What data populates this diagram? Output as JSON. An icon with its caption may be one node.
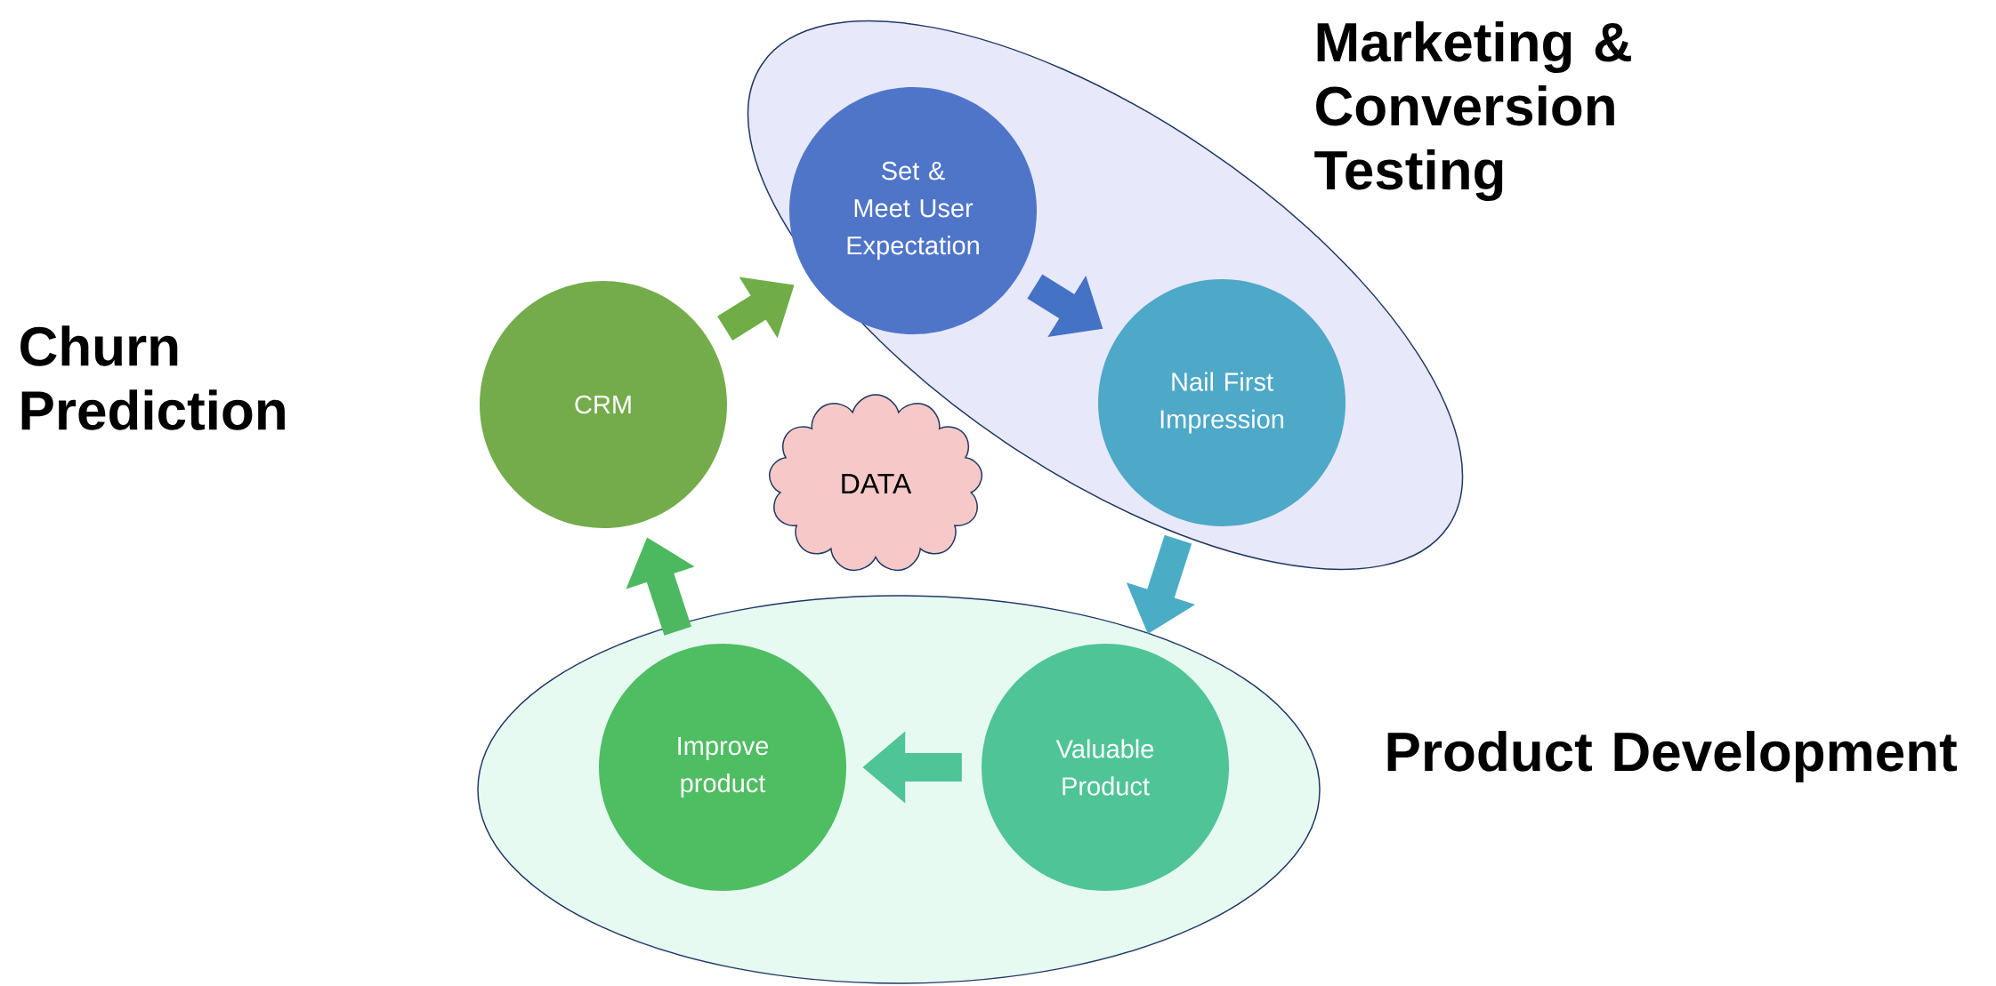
{
  "diagram": {
    "nodes": [
      {
        "text": [
          "Marketing & Conversion Testing"
        ]
      },
      {
        "text": [
          "Set & Meet User Expectation"
        ],
        "in": 0
      },
      {
        "text": [
          "Nail First Impression"
        ],
        "in": 0
      },
      {
        "text": [
          "Product Development"
        ]
      },
      {
        "text": [
          "Valuable Product"
        ],
        "in": 3
      },
      {
        "text": [
          "Improve product"
        ],
        "in": 3
      },
      {
        "text": [
          "CRM"
        ]
      },
      {
        "text": [
          "DATA"
        ]
      }
    ],
    "edges": [
      {
        "from": 6,
        "to": 1,
        "arrow": "to",
        "color": "#70ad47"
      },
      {
        "from": 1,
        "to": 2,
        "arrow": "to",
        "color": "#4472c4"
      },
      {
        "from": 2,
        "to": 4,
        "arrow": "to",
        "color": "#4bacc6"
      },
      {
        "from": 4,
        "to": 5,
        "arrow": "to",
        "color": "#4fc497"
      },
      {
        "from": 5,
        "to": 6,
        "arrow": "to",
        "color": "#4cb860"
      }
    ],
    "labels": [
      "Churn Prediction"
    ]
  }
}
